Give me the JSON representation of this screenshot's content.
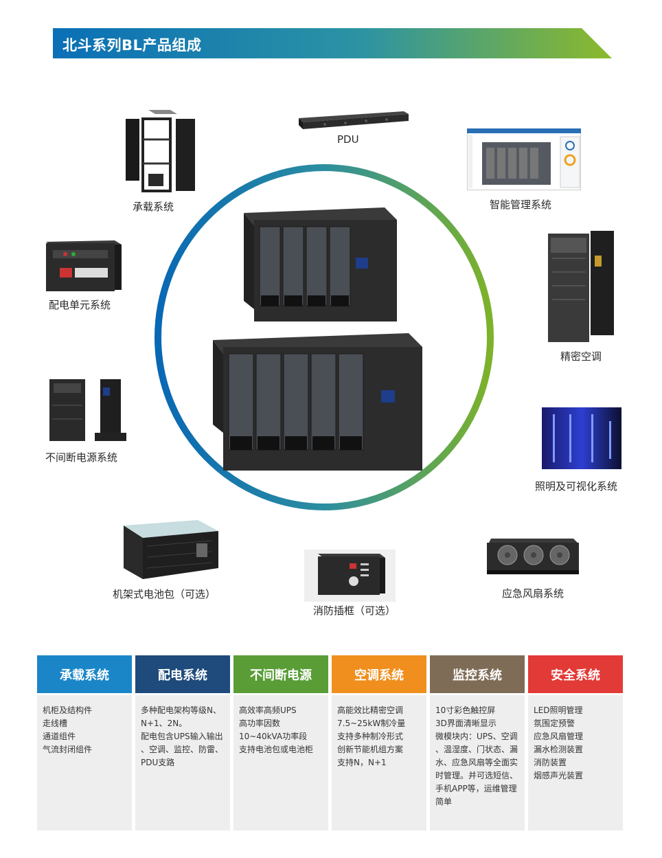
{
  "header": {
    "title": "北斗系列BL产品组成"
  },
  "products": {
    "pdu": "PDU",
    "rack": "承载系统",
    "mgmt": "智能管理系统",
    "power_dist": "配电单元系统",
    "ac": "精密空调",
    "ups": "不间断电源系统",
    "lighting": "照明及可视化系统",
    "battery": "机架式电池包（可选）",
    "fire": "消防插框（可选）",
    "fan": "应急风扇系统"
  },
  "colors": {
    "blue": "#1a86c8",
    "navy": "#1e4b7c",
    "green": "#5a9d37",
    "orange": "#f08f1e",
    "brown": "#7f6c57",
    "red": "#e23a37",
    "banner_start": "#0a6fb6",
    "banner_end": "#8cb92b"
  },
  "columns": [
    {
      "title": "承载系统",
      "color": "#1a86c8",
      "lines": [
        "机柜及结构件",
        "走线槽",
        "通道组件",
        "气流封闭组件"
      ]
    },
    {
      "title": "配电系统",
      "color": "#1e4b7c",
      "lines": [
        "多种配电架构等级N、",
        "N+1、2N。",
        "配电包含UPS输入输出",
        "、空调、监控、防雷、",
        "PDU支路"
      ]
    },
    {
      "title": "不间断电源",
      "color": "#5a9d37",
      "lines": [
        "高效率高频UPS",
        "高功率因数",
        "10~40kVA功率段",
        "支持电池包或电池柜"
      ]
    },
    {
      "title": "空调系统",
      "color": "#f08f1e",
      "lines": [
        "高能效比精密空调",
        "7.5~25kW制冷量",
        "支持多种制冷形式",
        "创新节能机组方案",
        "支持N，N+1"
      ]
    },
    {
      "title": "监控系统",
      "color": "#7f6c57",
      "lines": [
        "10寸彩色触控屏",
        "3D界面清晰显示",
        "微模块内：UPS、空调",
        "、温湿度、门状态、漏",
        "水、应急风扇等全面实",
        "时管理。并可选短信、",
        "手机APP等，运维管理",
        "简单"
      ]
    },
    {
      "title": "安全系统",
      "color": "#e23a37",
      "lines": [
        "LED照明管理",
        "氛围定预警",
        "应急风扇管理",
        "漏水检测装置",
        "消防装置",
        "烟感声光装置"
      ]
    }
  ]
}
